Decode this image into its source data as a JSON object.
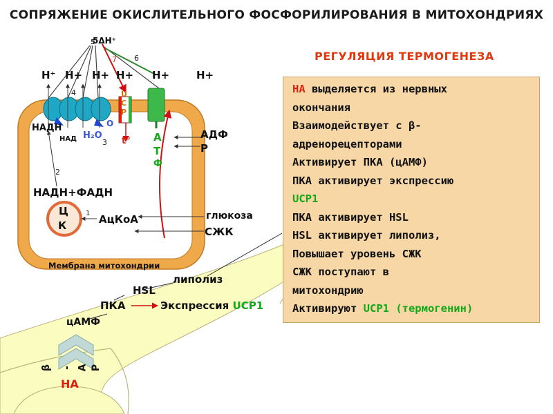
{
  "title": "СОПРЯЖЕНИЕ ОКИСЛИТЕЛЬНОГО ФОСФОРИЛИРОВАНИЯ В МИТОХОНДРИЯХ",
  "subtitle": "РЕГУЛЯЦИЯ ТЕРМОГЕНЕЗА",
  "panel_lines": [
    {
      "parts": [
        {
          "text": "НА",
          "color": "red"
        },
        {
          "text": " выделяется из нервных",
          "color": "black"
        }
      ]
    },
    {
      "parts": [
        {
          "text": "окончания",
          "color": "black"
        }
      ]
    },
    {
      "parts": [
        {
          "text": "Взаимодействует с β-",
          "color": "black"
        }
      ]
    },
    {
      "parts": [
        {
          "text": "адренорецепторами",
          "color": "black"
        }
      ]
    },
    {
      "parts": [
        {
          "text": "Активирует ПКА (цАМФ)",
          "color": "black"
        }
      ]
    },
    {
      "parts": [
        {
          "text": "ПКА активирует экспрессию",
          "color": "black"
        }
      ]
    },
    {
      "parts": [
        {
          "text": "UCP1",
          "color": "green"
        }
      ]
    },
    {
      "parts": [
        {
          "text": "ПКА активирует HSL",
          "color": "black"
        }
      ]
    },
    {
      "parts": [
        {
          "text": "HSL активирует липолиз,",
          "color": "black"
        }
      ]
    },
    {
      "parts": [
        {
          "text": "Повышает уровень СЖК",
          "color": "black"
        }
      ]
    },
    {
      "parts": [
        {
          "text": "СЖК поступают в",
          "color": "black"
        }
      ]
    },
    {
      "parts": [
        {
          "text": "митохондрию",
          "color": "black"
        }
      ]
    },
    {
      "parts": [
        {
          "text": "Активируют ",
          "color": "black"
        },
        {
          "text": "UCP1 (термогенин)",
          "color": "green"
        }
      ]
    }
  ],
  "diagram": {
    "dh_label": "5ΔН⁺",
    "step_numbers": [
      "1",
      "2",
      "3",
      "4",
      "5",
      "6",
      "7"
    ],
    "h_labels": [
      "Н⁺",
      "Н+",
      "Н+",
      "Н+",
      "Н+",
      "Н+"
    ],
    "ucp_letters": [
      "U",
      "C",
      "P"
    ],
    "atf_letters": [
      "А",
      "Т",
      "Ф"
    ],
    "nadh": "НАДН",
    "nad": "НАД",
    "h2o": "Н₂О",
    "o_label": "О",
    "adf_line1": "АДФ",
    "adf_line2": "Р",
    "nadh_fadh": "НАДН+ФАДН",
    "tsk_line1": "Ц",
    "tsk_line2": "К",
    "acetyl_coa": "АцКоА",
    "glucose": "глюкоза",
    "szhk": "СЖК",
    "membrane_label": "Мембрана митохондрии",
    "heat_symbol": "t°",
    "lipolysis": "липолиз",
    "hsl": "HSL",
    "pka": "ПКА",
    "expression": "Экспрессия ",
    "ucp1": "UCP1",
    "camp": "цАМФ",
    "beta_ar": [
      "β",
      "-",
      "А",
      "Р"
    ],
    "na": "НА"
  },
  "colors": {
    "membrane": "#f0a94a",
    "membrane_inner": "#ffffff",
    "etc_complex": "#1ea8c6",
    "atp_synthase": "#3db84a",
    "ucp_red": "#e0200e",
    "ucp_green": "#2bb43a",
    "panel_bg": "#f7d7a6",
    "cell_yellow": "#fafcc0",
    "receptor": "#c0d8d6"
  }
}
